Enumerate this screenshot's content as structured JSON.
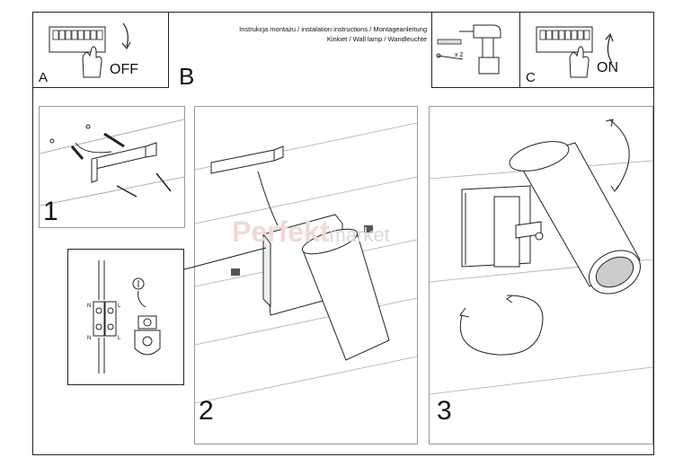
{
  "header": {
    "title_line1": "Instrukcja montażu / instalation instructions / Montageanleitung",
    "title_line2": "Kinkiet / Wall lamp / Wandleuchte"
  },
  "steps": {
    "a_letter": "A",
    "a_label": "OFF",
    "b_letter": "B",
    "c_letter": "C",
    "c_label": "ON",
    "drill_qty": "x 2"
  },
  "panels": {
    "p1": "1",
    "p2": "2",
    "p3": "3"
  },
  "wiring": {
    "n_top": "N",
    "l_top": "L",
    "n_bottom": "N",
    "l_bottom": "L"
  },
  "watermark": {
    "brand": "Perfekt",
    "suffix": "market"
  }
}
